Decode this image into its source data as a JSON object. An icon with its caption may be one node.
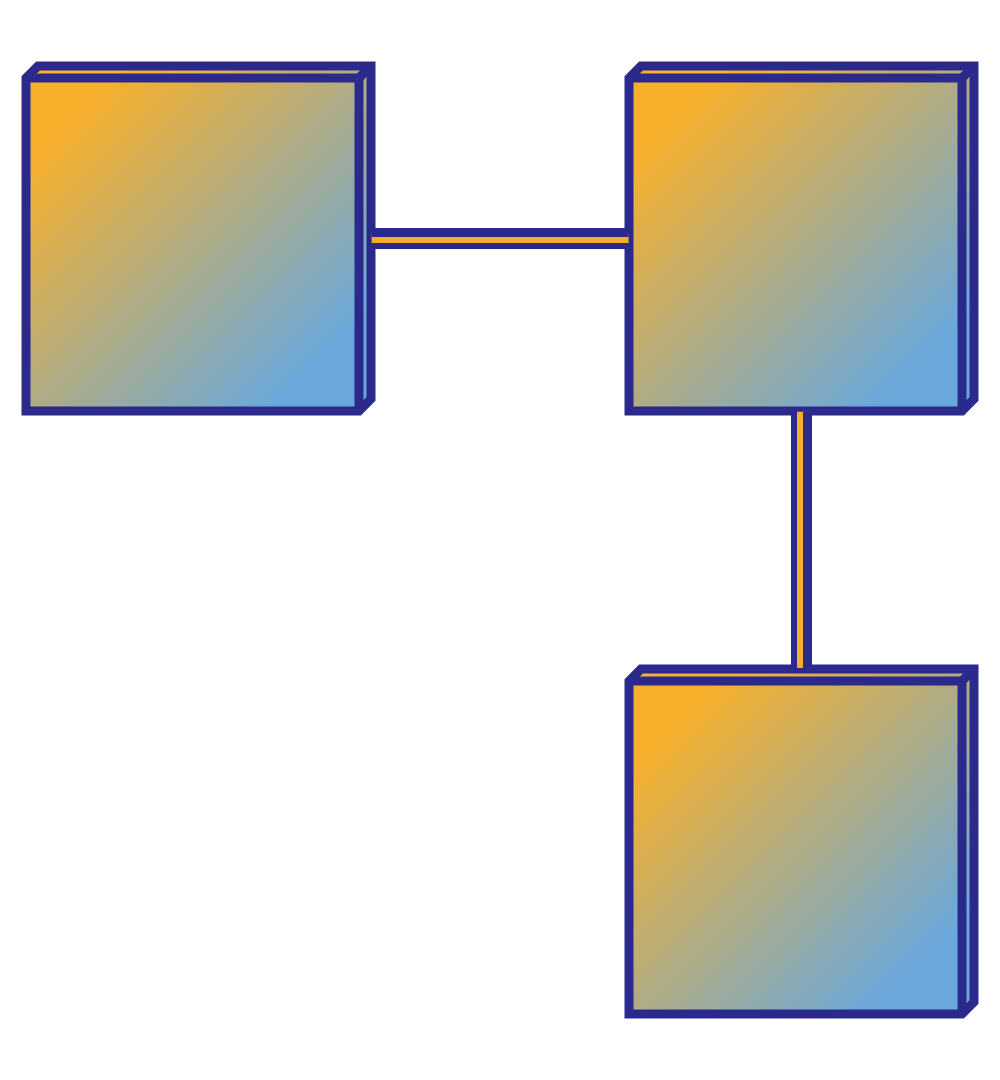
{
  "diagram": {
    "nodes": [
      {
        "text": [],
        "shape": "cube"
      },
      {
        "text": [],
        "shape": "cube"
      },
      {
        "text": [],
        "shape": "cube"
      }
    ],
    "edges": [
      {
        "from": 0,
        "to": 1,
        "arrow": "none"
      },
      {
        "from": 1,
        "to": 2,
        "arrow": "none"
      }
    ]
  }
}
